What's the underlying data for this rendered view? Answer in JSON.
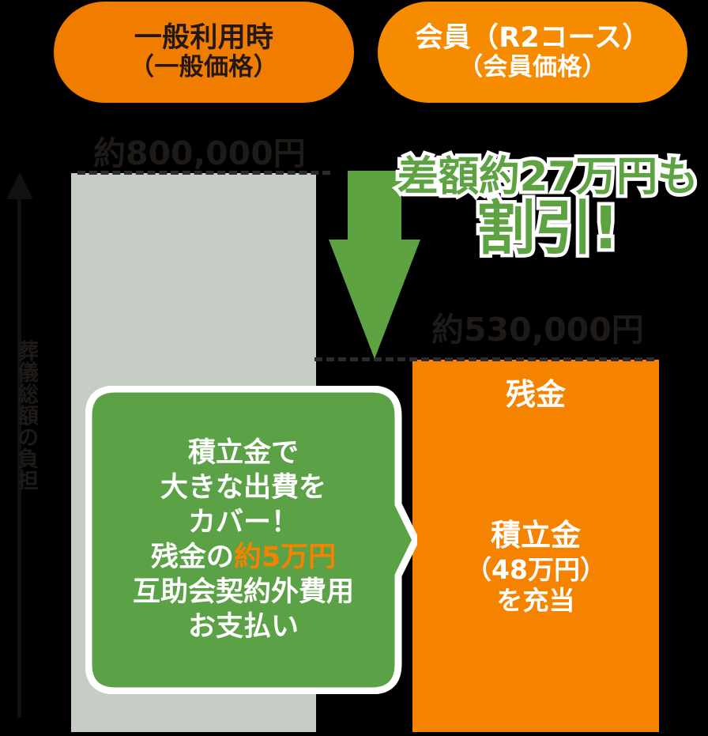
{
  "header": {
    "pills": [
      {
        "name": "general-use",
        "line1": "一般利用時",
        "line2": "（一般価格）",
        "bg": "#f07c00",
        "fg": "#231815"
      },
      {
        "name": "member-r2-course",
        "line1": "会員（R2コース）",
        "line2": "（会員価格）",
        "bg": "#f68b00",
        "fg": "#ffffff"
      }
    ]
  },
  "axis": {
    "label": "葬儀総額の負担",
    "arrow_icon": "up-arrow-icon"
  },
  "discount": {
    "line1": "差額約27万円も",
    "line2": "割引!",
    "color": "#5ea342",
    "outline": "#ffffff"
  },
  "bars": {
    "general": {
      "price_label": "約800,000円",
      "color": "#c5cdc5"
    },
    "member": {
      "price_label": "約530,000円",
      "color": "#f58300",
      "top_label": "残金",
      "savings_label_1": "積立金",
      "savings_label_2": "（48万円）",
      "savings_label_3": "を充当"
    }
  },
  "callout": {
    "bg": "#5ba146",
    "border": "#ffffff",
    "lines": [
      "積立金で",
      "大きな出費を",
      "カバー！"
    ],
    "line4_prefix": "残金の",
    "line4_highlight": "約5万円",
    "line5": "互助会契約外費用",
    "line6": "お支払い",
    "highlight_color": "#f58300"
  },
  "chart_data": {
    "type": "bar",
    "title": "葬儀総額の負担 比較",
    "categories": [
      "一般利用時（一般価格）",
      "会員（R2コース）（会員価格）"
    ],
    "values": [
      800000,
      530000
    ],
    "value_labels": [
      "約800,000円",
      "約530,000円"
    ],
    "unit": "円",
    "ylabel": "葬儀総額の負担",
    "xlabel": "",
    "ylim": [
      0,
      800000
    ],
    "grid": false,
    "legend": "none",
    "annotations": [
      {
        "name": "difference",
        "text": "差額約27万円も割引!",
        "value": 270000
      },
      {
        "name": "member-remaining",
        "text": "残金",
        "value": 50000
      },
      {
        "name": "member-savings-applied",
        "text": "積立金（48万円）を充当",
        "value": 480000
      },
      {
        "name": "callout",
        "text": "積立金で大きな出費をカバー！残金の約5万円 互助会契約外費用お支払い"
      }
    ],
    "series": [
      {
        "name": "総額",
        "values": [
          800000,
          530000
        ]
      }
    ],
    "stack_member_bar": [
      {
        "label": "残金",
        "value": 50000
      },
      {
        "label": "積立金（48万円）を充当",
        "value": 480000
      }
    ]
  }
}
